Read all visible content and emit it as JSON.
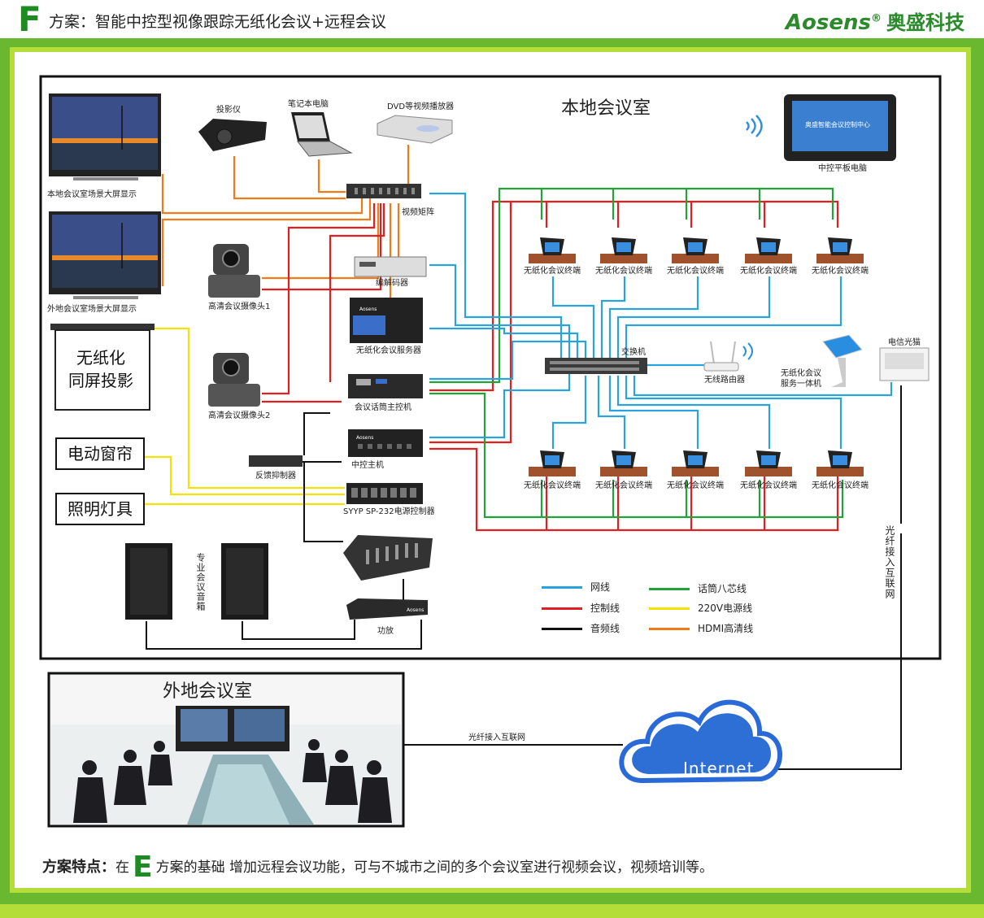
{
  "header": {
    "letter": "F",
    "title": "方案：智能中控型视像跟踪无纸化会议+远程会议",
    "brand": "Aosens",
    "brand_reg": "®",
    "brand_cn": "奥盛科技"
  },
  "diagram": {
    "room_title": "本地会议室",
    "tv1_label": "本地会议室场景大屏显示",
    "tv2_label": "外地会议室场景大屏显示",
    "projector_label": "投影仪",
    "laptop_label": "笔记本电脑",
    "dvd_label": "DVD等视频播放器",
    "tablet_label": "中控平板电脑",
    "tablet_screen": "奥盛智能会议控制中心",
    "matrix_label": "视频矩阵",
    "codec_label": "编解码器",
    "server_label": "无纸化会议服务器",
    "server_brand": "Aosens",
    "mic_host_label": "会议话筒主控机",
    "central_label": "中控主机",
    "central_brand": "Aosens",
    "power_label": "SYYP SP-232电源控制器",
    "feedback_label": "反馈抑制器",
    "cam1_label": "高清会议摄像头1",
    "cam2_label": "高清会议摄像头2",
    "switch_label": "交换机",
    "router_label": "无线路由器",
    "kiosk_label_1": "无纸化会议",
    "kiosk_label_2": "服务一体机",
    "modem_label": "电信光猫",
    "terminal_label": "无纸化会议终端",
    "speaker_label": "专业会议音箱",
    "amp_label": "功放",
    "amp_brand": "Aosens",
    "screen_box_1": "无纸化",
    "screen_box_2": "同屏投影",
    "curtain_box": "电动窗帘",
    "lighting_box": "照明灯具",
    "fiber_vertical": "光纤接入互联网",
    "fiber_horizontal": "光纤接入互联网",
    "internet": "Internet",
    "remote_room": "外地会议室"
  },
  "legend": [
    {
      "label": "网线",
      "color": "#29a3dc"
    },
    {
      "label": "控制线",
      "color": "#e02020"
    },
    {
      "label": "音频线",
      "color": "#111111"
    },
    {
      "label": "话筒八芯线",
      "color": "#21a33a"
    },
    {
      "label": "220V电源线",
      "color": "#f5e10a"
    },
    {
      "label": "HDMI高清线",
      "color": "#f07a1a"
    }
  ],
  "footer": {
    "features_label": "方案特点：",
    "features_pre": "在",
    "features_letter": "E",
    "features_text": "方案的基础 增加远程会议功能，可与不城市之间的多个会议室进行视频会议，视频培训等。"
  }
}
